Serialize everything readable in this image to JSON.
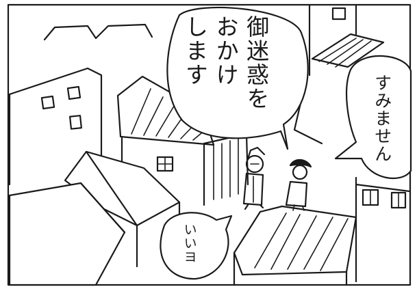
{
  "bubbles": {
    "apology": "御迷惑を\nおかけ\nします",
    "sumimasen": "すみません",
    "iiyo": "いいヨ"
  }
}
